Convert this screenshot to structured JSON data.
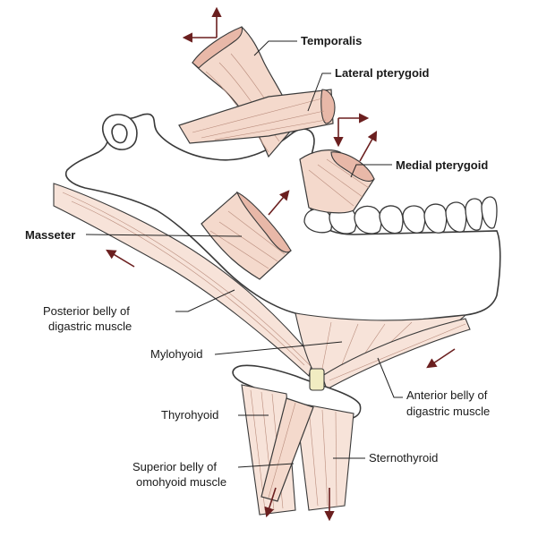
{
  "labels": {
    "temporalis": "Temporalis",
    "lateral_pterygoid": "Lateral pterygoid",
    "medial_pterygoid": "Medial pterygoid",
    "masseter": "Masseter",
    "posterior_belly_line1": "Posterior belly of",
    "posterior_belly_line2": "digastric muscle",
    "mylohyoid": "Mylohyoid",
    "anterior_belly_line1": "Anterior belly of",
    "anterior_belly_line2": "digastric muscle",
    "thyrohyoid": "Thyrohyoid",
    "sternothyroid": "Sternothyroid",
    "superior_belly_line1": "Superior belly of",
    "superior_belly_line2": "omohyoid muscle"
  },
  "colors": {
    "muscle": "#f4d9cc",
    "muscle_cut": "#e8b8a8",
    "arrow": "#6b1f1f",
    "bone": "#ffffff"
  },
  "icons": [
    "arrow-up-icon",
    "arrow-left-icon",
    "arrow-right-icon",
    "arrow-down-icon"
  ]
}
